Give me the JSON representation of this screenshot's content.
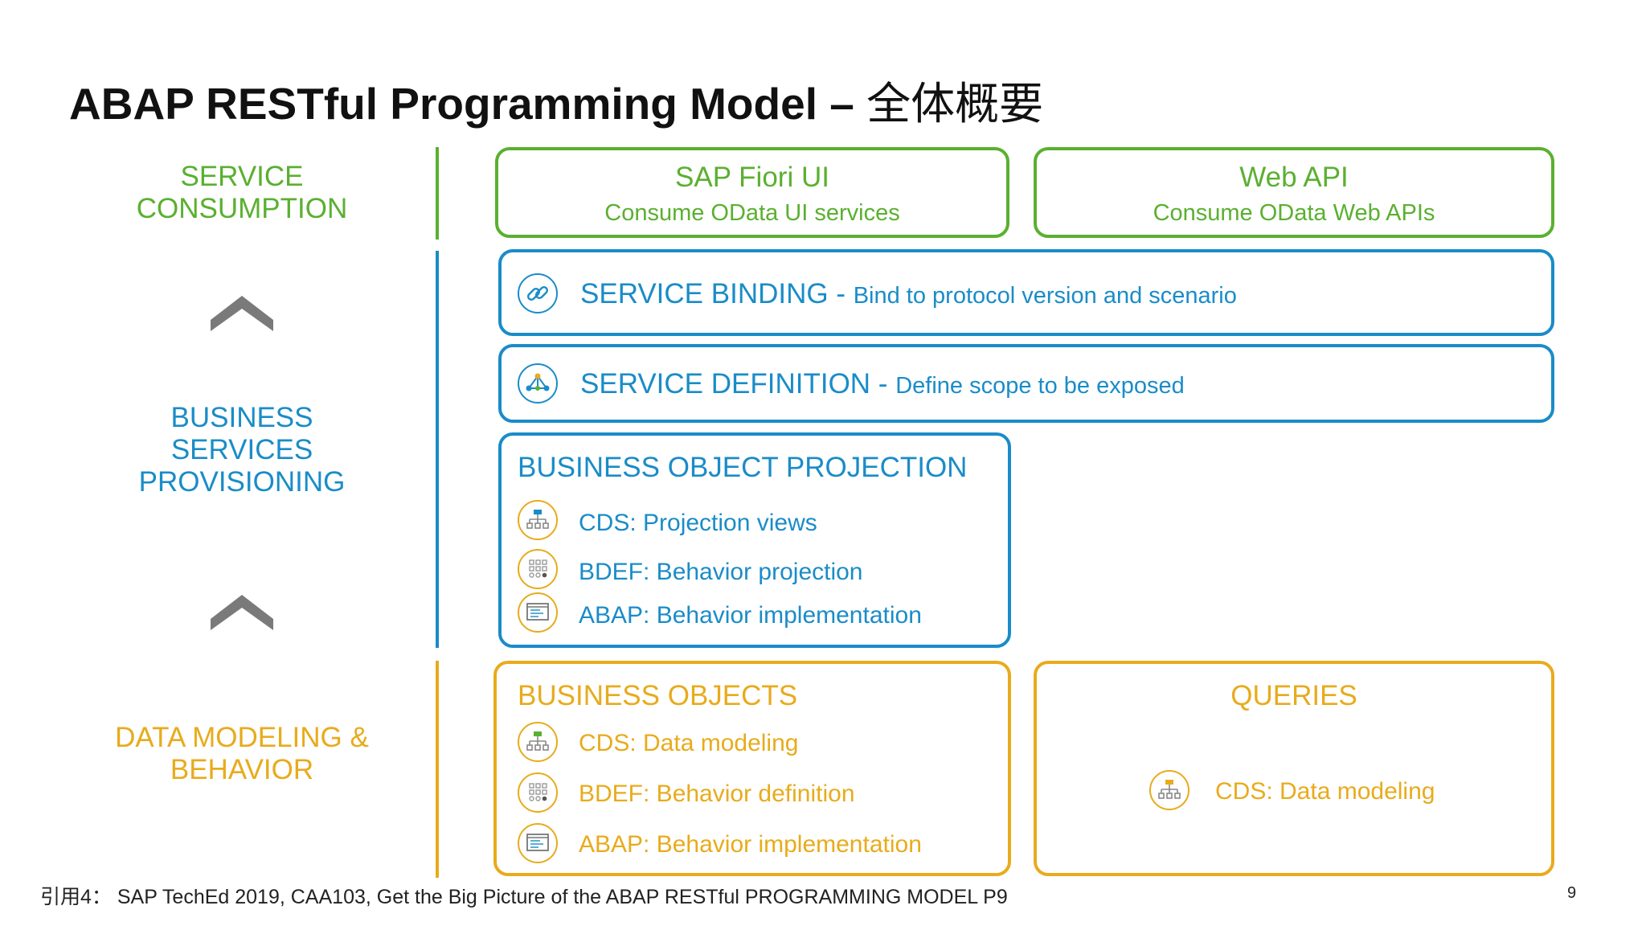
{
  "title": {
    "bold": "ABAP RESTful Programming Model – ",
    "rest": "全体概要"
  },
  "layers": {
    "service_consumption": [
      "SERVICE",
      "CONSUMPTION"
    ],
    "business_services": [
      "BUSINESS",
      "SERVICES",
      "PROVISIONING"
    ],
    "data_modeling": [
      "DATA MODELING &",
      "BEHAVIOR"
    ]
  },
  "colors": {
    "green": "#5ab030",
    "blue": "#1a8cc8",
    "gold": "#e8ab1c"
  },
  "fiori": {
    "title": "SAP Fiori UI",
    "subtitle": "Consume OData UI services"
  },
  "webapi": {
    "title": "Web API",
    "subtitle": "Consume OData Web APIs"
  },
  "service_binding": {
    "icon": "chain-link-icon",
    "name": "SERVICE BINDING",
    "sep": " - ",
    "desc": "Bind to protocol version and scenario"
  },
  "service_definition": {
    "icon": "network-icon",
    "name": "SERVICE DEFINITION",
    "sep": " - ",
    "desc": "Define scope to be exposed"
  },
  "projection": {
    "title": "BUSINESS OBJECT PROJECTION",
    "items": [
      {
        "icon": "hierarchy-icon",
        "label": "CDS: Projection views"
      },
      {
        "icon": "grid-dots-icon",
        "label": "BDEF: Behavior projection"
      },
      {
        "icon": "code-window-icon",
        "label": "ABAP: Behavior implementation"
      }
    ]
  },
  "business_objects": {
    "title": "BUSINESS OBJECTS",
    "items": [
      {
        "icon": "hierarchy-icon",
        "label": "CDS: Data modeling"
      },
      {
        "icon": "grid-dots-icon",
        "label": "BDEF: Behavior definition"
      },
      {
        "icon": "code-window-icon",
        "label": "ABAP: Behavior implementation"
      }
    ]
  },
  "queries": {
    "title": "QUERIES",
    "items": [
      {
        "icon": "hierarchy-icon",
        "label": "CDS: Data modeling"
      }
    ]
  },
  "footer": "引用4： SAP TechEd 2019, CAA103, Get the Big Picture of the ABAP RESTful PROGRAMMING MODEL P9",
  "page_number": "9"
}
